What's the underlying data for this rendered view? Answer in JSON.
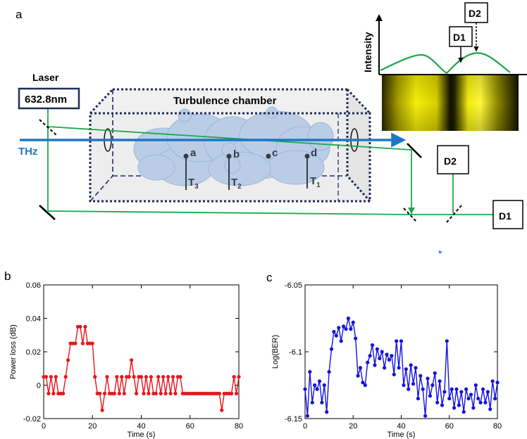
{
  "panels": {
    "a": "a",
    "b": "b",
    "c": "c"
  },
  "diagram": {
    "laser_label": "Laser",
    "laser_wavelength": "632.8nm",
    "chamber_label": "Turbulence chamber",
    "thz_label": "THz",
    "points": [
      "a",
      "b",
      "c",
      "d"
    ],
    "sensors": [
      {
        "main": "T",
        "sub": "3"
      },
      {
        "main": "T",
        "sub": "2"
      },
      {
        "main": "T",
        "sub": "1"
      }
    ],
    "detector_1": "D1",
    "detector_2": "D2",
    "inset_ylabel": "Intensity",
    "inset_d1": "D1",
    "inset_d2": "D2",
    "colors": {
      "beam_green": "#1aaa4a",
      "thz_blue": "#1f77c4",
      "frame_navy": "#1f2d5c",
      "cloud": "#b9cde6"
    }
  },
  "chart_data": [
    {
      "type": "line",
      "title": "",
      "xlabel": "Time (s)",
      "ylabel": "Power loss (dB)",
      "xlim": [
        0,
        80
      ],
      "ylim": [
        -0.02,
        0.06
      ],
      "xticks": [
        "0",
        "20",
        "40",
        "60",
        "80"
      ],
      "yticks": [
        "-0.02",
        "0",
        "0.02",
        "0.04",
        "0.06"
      ],
      "color": "#e8161b",
      "x": [
        0,
        1,
        2,
        3,
        4,
        5,
        6,
        7,
        8,
        9,
        10,
        11,
        12,
        13,
        14,
        15,
        16,
        17,
        18,
        19,
        20,
        21,
        22,
        23,
        24,
        25,
        26,
        27,
        28,
        29,
        30,
        31,
        32,
        33,
        34,
        35,
        36,
        37,
        38,
        39,
        40,
        41,
        42,
        43,
        44,
        45,
        46,
        47,
        48,
        49,
        50,
        51,
        52,
        53,
        54,
        55,
        56,
        57,
        58,
        59,
        60,
        61,
        62,
        63,
        64,
        65,
        66,
        67,
        68,
        69,
        70,
        71,
        72,
        73,
        74,
        75,
        76,
        77,
        78,
        79,
        80
      ],
      "y": [
        0.005,
        0.005,
        -0.005,
        0.005,
        -0.005,
        0.005,
        -0.005,
        -0.005,
        -0.005,
        0.005,
        0.015,
        0.025,
        0.025,
        0.025,
        0.035,
        0.035,
        0.025,
        0.035,
        0.025,
        0.025,
        0.025,
        0.005,
        -0.005,
        -0.005,
        -0.015,
        -0.005,
        0.005,
        -0.005,
        -0.005,
        -0.005,
        0.005,
        -0.005,
        0.005,
        -0.005,
        0.005,
        0.005,
        0.015,
        0.005,
        -0.005,
        0.005,
        0.005,
        -0.005,
        0.005,
        -0.005,
        0.005,
        -0.005,
        -0.005,
        0.005,
        -0.005,
        0.005,
        -0.005,
        0.005,
        -0.005,
        0.005,
        -0.005,
        0.005,
        0.005,
        -0.005,
        -0.005,
        -0.005,
        -0.005,
        -0.005,
        -0.005,
        -0.005,
        -0.005,
        -0.005,
        -0.005,
        -0.005,
        -0.005,
        -0.005,
        -0.005,
        -0.005,
        -0.005,
        -0.015,
        -0.005,
        -0.005,
        -0.005,
        -0.005,
        0.005,
        -0.005,
        0.005
      ]
    },
    {
      "type": "line",
      "title": "",
      "xlabel": "Time (s)",
      "ylabel": "Log(BER)",
      "xlim": [
        0,
        80
      ],
      "ylim": [
        -6.15,
        -6.05
      ],
      "xticks": [
        "0",
        "20",
        "40",
        "60",
        "80"
      ],
      "yticks": [
        "-6.15",
        "-6.1",
        "-6.05"
      ],
      "color": "#1212e0",
      "x": [
        0,
        1,
        2,
        3,
        4,
        5,
        6,
        7,
        8,
        9,
        10,
        11,
        12,
        13,
        14,
        15,
        16,
        17,
        18,
        19,
        20,
        21,
        22,
        23,
        24,
        25,
        26,
        27,
        28,
        29,
        30,
        31,
        32,
        33,
        34,
        35,
        36,
        37,
        38,
        39,
        40,
        41,
        42,
        43,
        44,
        45,
        46,
        47,
        48,
        49,
        50,
        51,
        52,
        53,
        54,
        55,
        56,
        57,
        58,
        59,
        60,
        61,
        62,
        63,
        64,
        65,
        66,
        67,
        68,
        69,
        70,
        71,
        72,
        73,
        74,
        75,
        76,
        77,
        78,
        79,
        80
      ],
      "y": [
        -6.128,
        -6.148,
        -6.115,
        -6.138,
        -6.125,
        -6.128,
        -6.122,
        -6.138,
        -6.125,
        -6.145,
        -6.115,
        -6.098,
        -6.085,
        -6.088,
        -6.082,
        -6.092,
        -6.081,
        -6.083,
        -6.075,
        -6.083,
        -6.078,
        -6.09,
        -6.118,
        -6.112,
        -6.123,
        -6.125,
        -6.108,
        -6.103,
        -6.095,
        -6.11,
        -6.098,
        -6.105,
        -6.1,
        -6.112,
        -6.102,
        -6.106,
        -6.103,
        -6.117,
        -6.092,
        -6.112,
        -6.092,
        -6.125,
        -6.113,
        -6.128,
        -6.11,
        -6.124,
        -6.112,
        -6.135,
        -6.118,
        -6.128,
        -6.148,
        -6.12,
        -6.133,
        -6.125,
        -6.116,
        -6.138,
        -6.122,
        -6.14,
        -6.13,
        -6.092,
        -6.135,
        -6.128,
        -6.142,
        -6.128,
        -6.14,
        -6.13,
        -6.145,
        -6.128,
        -6.135,
        -6.132,
        -6.142,
        -6.125,
        -6.135,
        -6.138,
        -6.128,
        -6.138,
        -6.13,
        -6.143,
        -6.122,
        -6.135,
        -6.123
      ]
    }
  ]
}
